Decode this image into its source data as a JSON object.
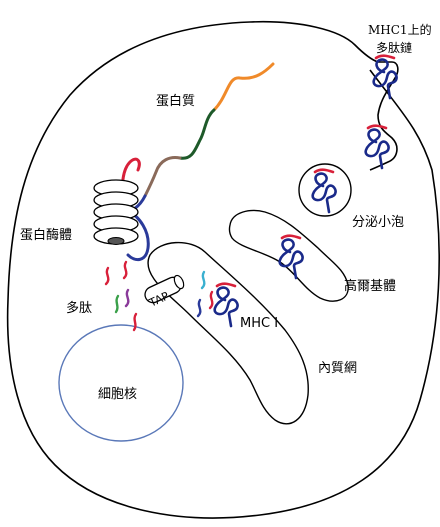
{
  "labels": {
    "protein": "蛋白質",
    "proteasome": "蛋白酶體",
    "peptides": "多肽",
    "tap": "TAP",
    "mhc": "MHC I",
    "nucleus": "細胞核",
    "er": "內質網",
    "golgi": "高爾基體",
    "vesicle": "分泌小泡",
    "surface_line1": "MHC1上的",
    "surface_line2": "多肽鏈"
  },
  "colors": {
    "outline": "#000000",
    "protein_orange": "#f08a2a",
    "protein_green": "#1e5a2a",
    "protein_brown": "#8a6a5a",
    "protein_blue": "#2a3a9a",
    "protein_red": "#d8203a",
    "nucleus": "#5a78b8",
    "mhc_blue": "#1a2a8a",
    "peptide_red": "#d8203a",
    "peptide_purple": "#8a3a9a",
    "peptide_green": "#3aa04a",
    "peptide_blue": "#2a3a9a",
    "peptide_cyan": "#3ab0d0"
  }
}
